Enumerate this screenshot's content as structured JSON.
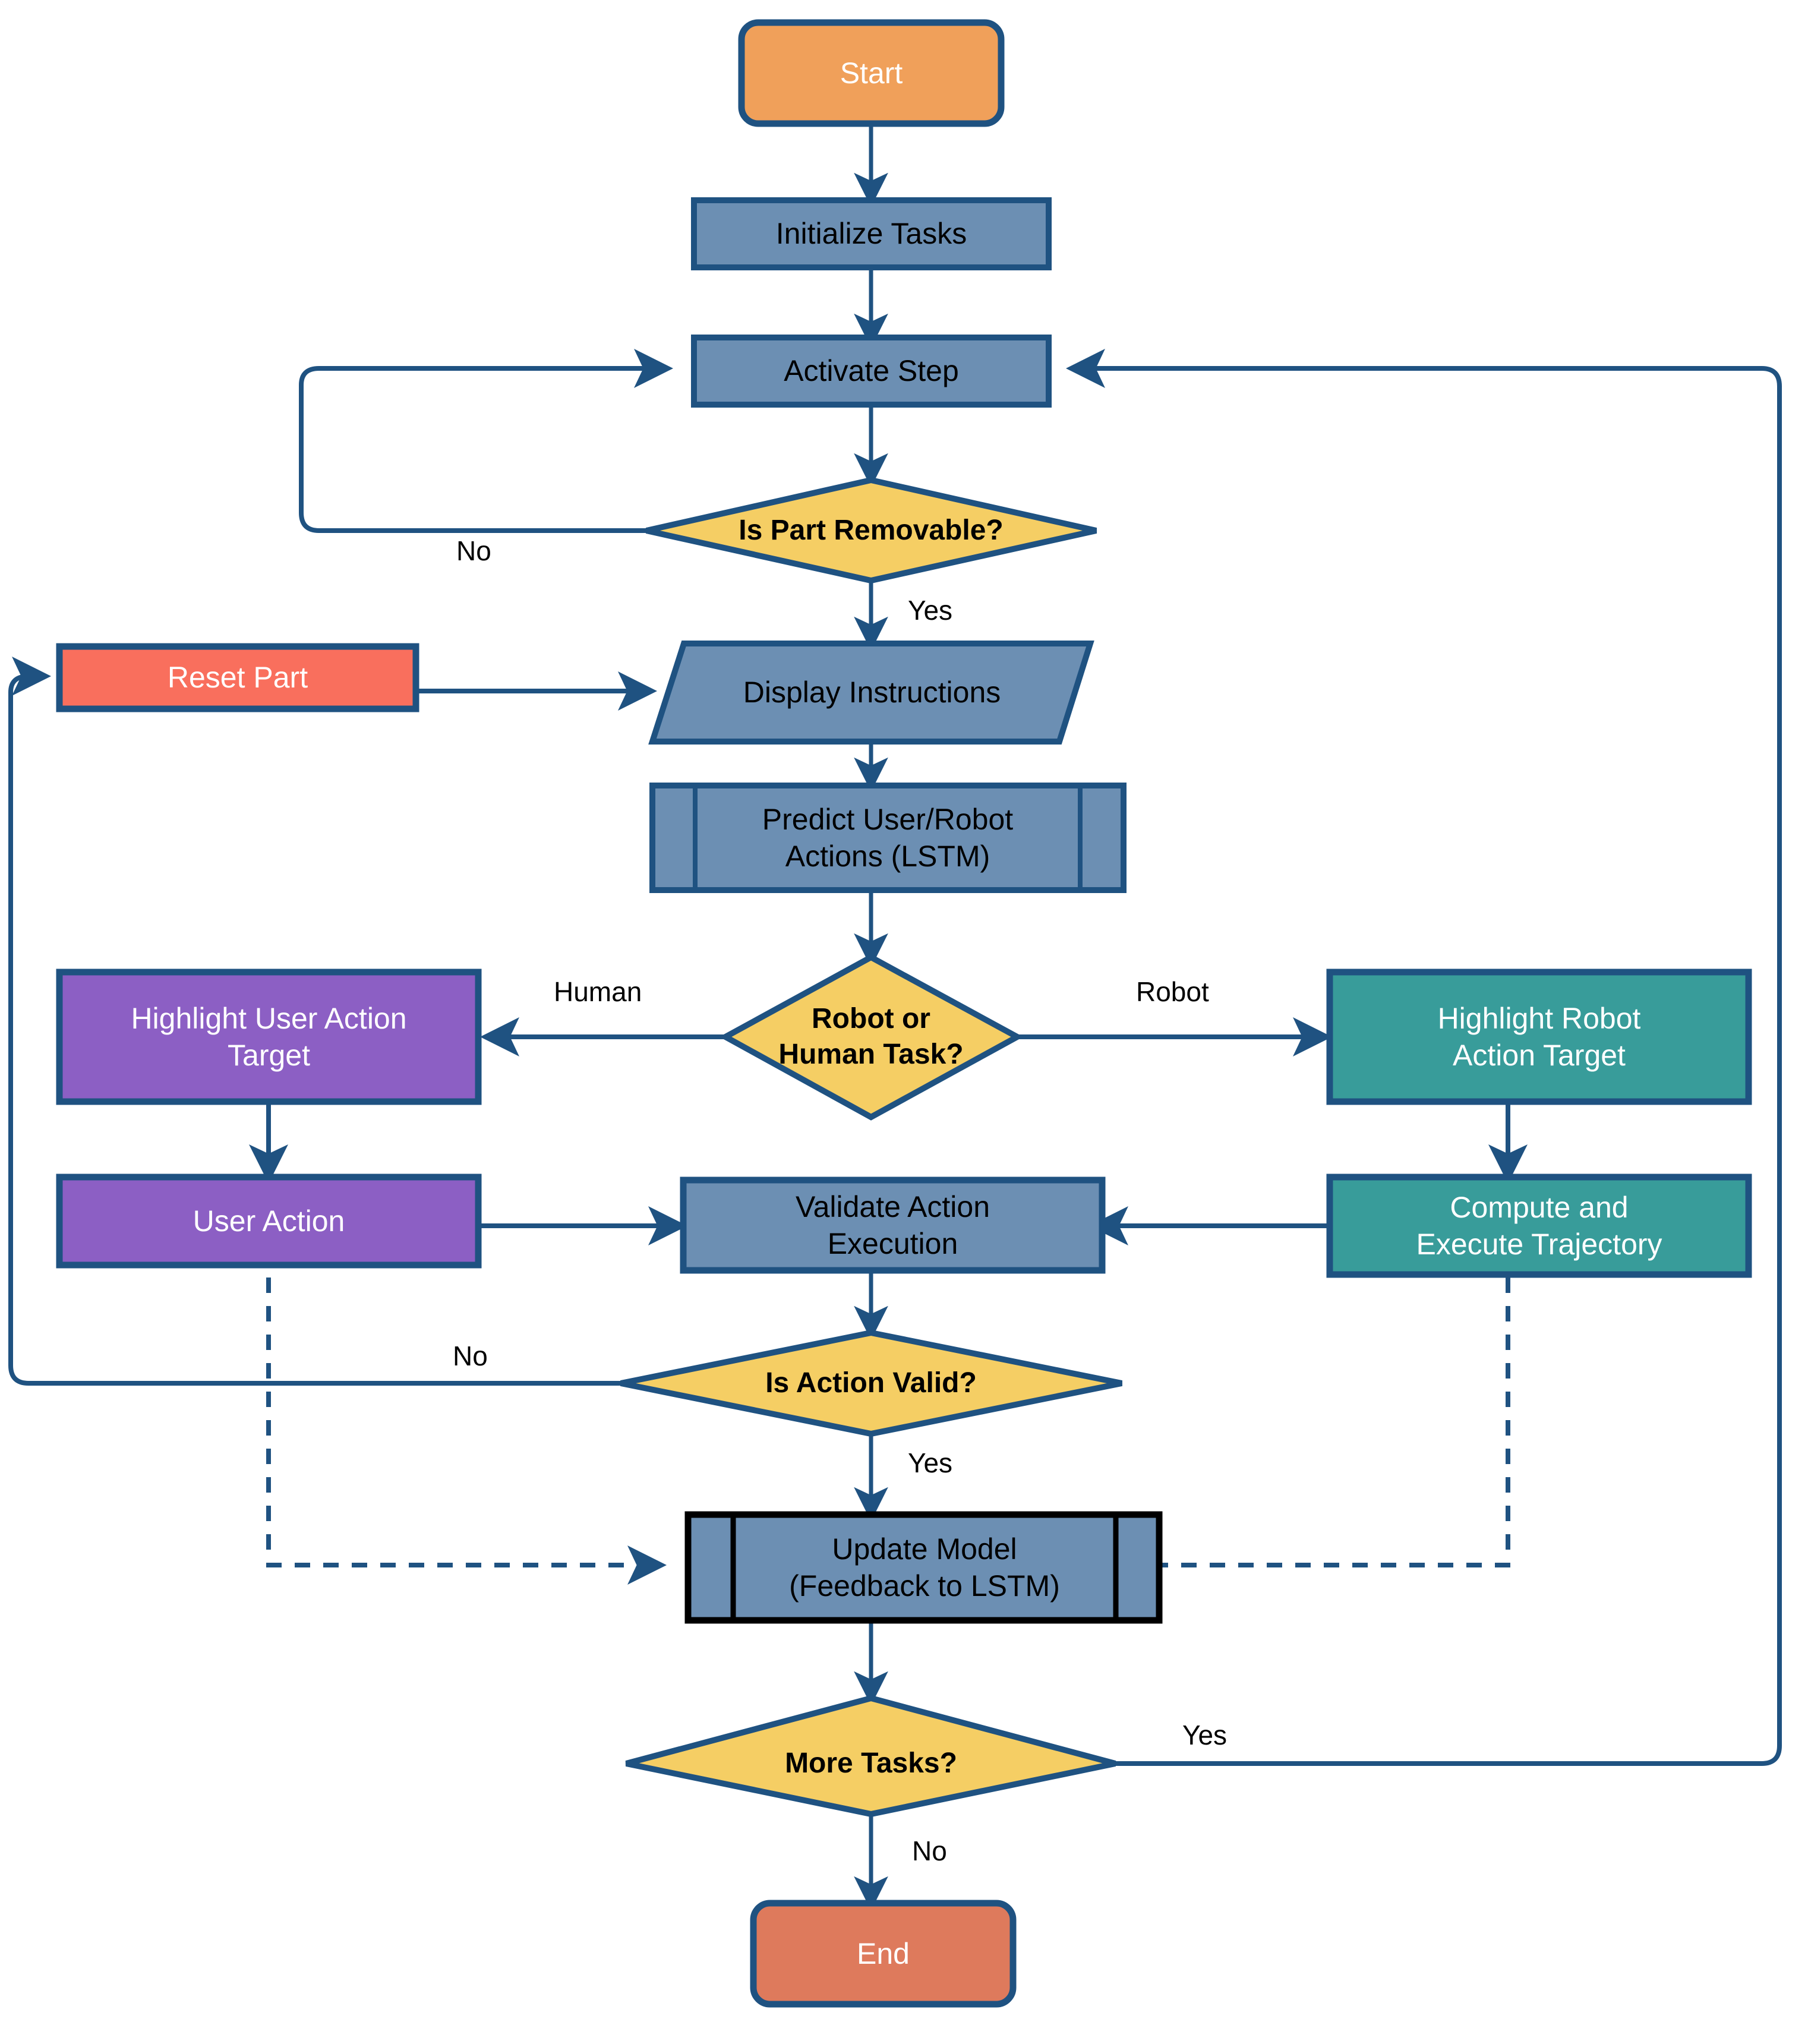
{
  "diagram": {
    "type": "flowchart",
    "title": "",
    "colors": {
      "start_fill": "#F0A05A",
      "end_fill": "#DE7A5C",
      "process_fill": "#6C8FB3",
      "decision_fill": "#F5CE64",
      "reset_fill": "#F96F5D",
      "human_fill": "#8C5FC4",
      "robot_fill": "#389C9A",
      "stroke": "#1F5281",
      "subroutine_stroke": "#000000",
      "text_dark": "#000000",
      "text_light": "#FFFFFF"
    },
    "nodes": [
      {
        "id": "start",
        "label": "Start",
        "shape": "terminator",
        "fill": "#F0A05A",
        "text": "#FFFFFF",
        "bold": false
      },
      {
        "id": "init",
        "label": "Initialize Tasks",
        "shape": "process",
        "fill": "#6C8FB3",
        "text": "#000000",
        "bold": false
      },
      {
        "id": "activate",
        "label": "Activate Step",
        "shape": "process",
        "fill": "#6C8FB3",
        "text": "#000000",
        "bold": false
      },
      {
        "id": "removable",
        "label": "Is Part Removable?",
        "shape": "decision",
        "fill": "#F5CE64",
        "text": "#000000",
        "bold": true
      },
      {
        "id": "reset",
        "label": "Reset Part",
        "shape": "process",
        "fill": "#F96F5D",
        "text": "#FFFFFF",
        "bold": false
      },
      {
        "id": "display",
        "label": "Display Instructions",
        "shape": "parallelogram",
        "fill": "#6C8FB3",
        "text": "#000000",
        "bold": false
      },
      {
        "id": "predict",
        "label": "Predict User/Robot\nActions (LSTM)",
        "shape": "subroutine",
        "fill": "#6C8FB3",
        "text": "#000000",
        "bold": false
      },
      {
        "id": "roborhuman",
        "label": "Robot or\nHuman Task?",
        "shape": "decision",
        "fill": "#F5CE64",
        "text": "#000000",
        "bold": true
      },
      {
        "id": "hluser",
        "label": "Highlight User Action\nTarget",
        "shape": "process",
        "fill": "#8C5FC4",
        "text": "#FFFFFF",
        "bold": false
      },
      {
        "id": "useraction",
        "label": "User Action",
        "shape": "process",
        "fill": "#8C5FC4",
        "text": "#FFFFFF",
        "bold": false
      },
      {
        "id": "hlrobot",
        "label": "Highlight Robot\nAction Target",
        "shape": "process",
        "fill": "#389C9A",
        "text": "#FFFFFF",
        "bold": false
      },
      {
        "id": "trajectory",
        "label": "Compute and\nExecute Trajectory",
        "shape": "process",
        "fill": "#389C9A",
        "text": "#FFFFFF",
        "bold": false
      },
      {
        "id": "validate",
        "label": "Validate Action\nExecution",
        "shape": "process",
        "fill": "#6C8FB3",
        "text": "#000000",
        "bold": false
      },
      {
        "id": "isvalid",
        "label": "Is Action Valid?",
        "shape": "decision",
        "fill": "#F5CE64",
        "text": "#000000",
        "bold": true
      },
      {
        "id": "update",
        "label": "Update Model\n(Feedback to LSTM)",
        "shape": "subroutine-black",
        "fill": "#6C8FB3",
        "text": "#000000",
        "bold": false
      },
      {
        "id": "moretasks",
        "label": "More Tasks?",
        "shape": "decision",
        "fill": "#F5CE64",
        "text": "#000000",
        "bold": true
      },
      {
        "id": "end",
        "label": "End",
        "shape": "terminator",
        "fill": "#DE7A5C",
        "text": "#FFFFFF",
        "bold": false
      }
    ],
    "edge_labels": [
      {
        "id": "no-removable",
        "text": "No"
      },
      {
        "id": "yes-removable",
        "text": "Yes"
      },
      {
        "id": "human",
        "text": "Human"
      },
      {
        "id": "robot",
        "text": "Robot"
      },
      {
        "id": "no-valid",
        "text": "No"
      },
      {
        "id": "yes-valid",
        "text": "Yes"
      },
      {
        "id": "yes-more",
        "text": "Yes"
      },
      {
        "id": "no-more",
        "text": "No"
      }
    ]
  }
}
